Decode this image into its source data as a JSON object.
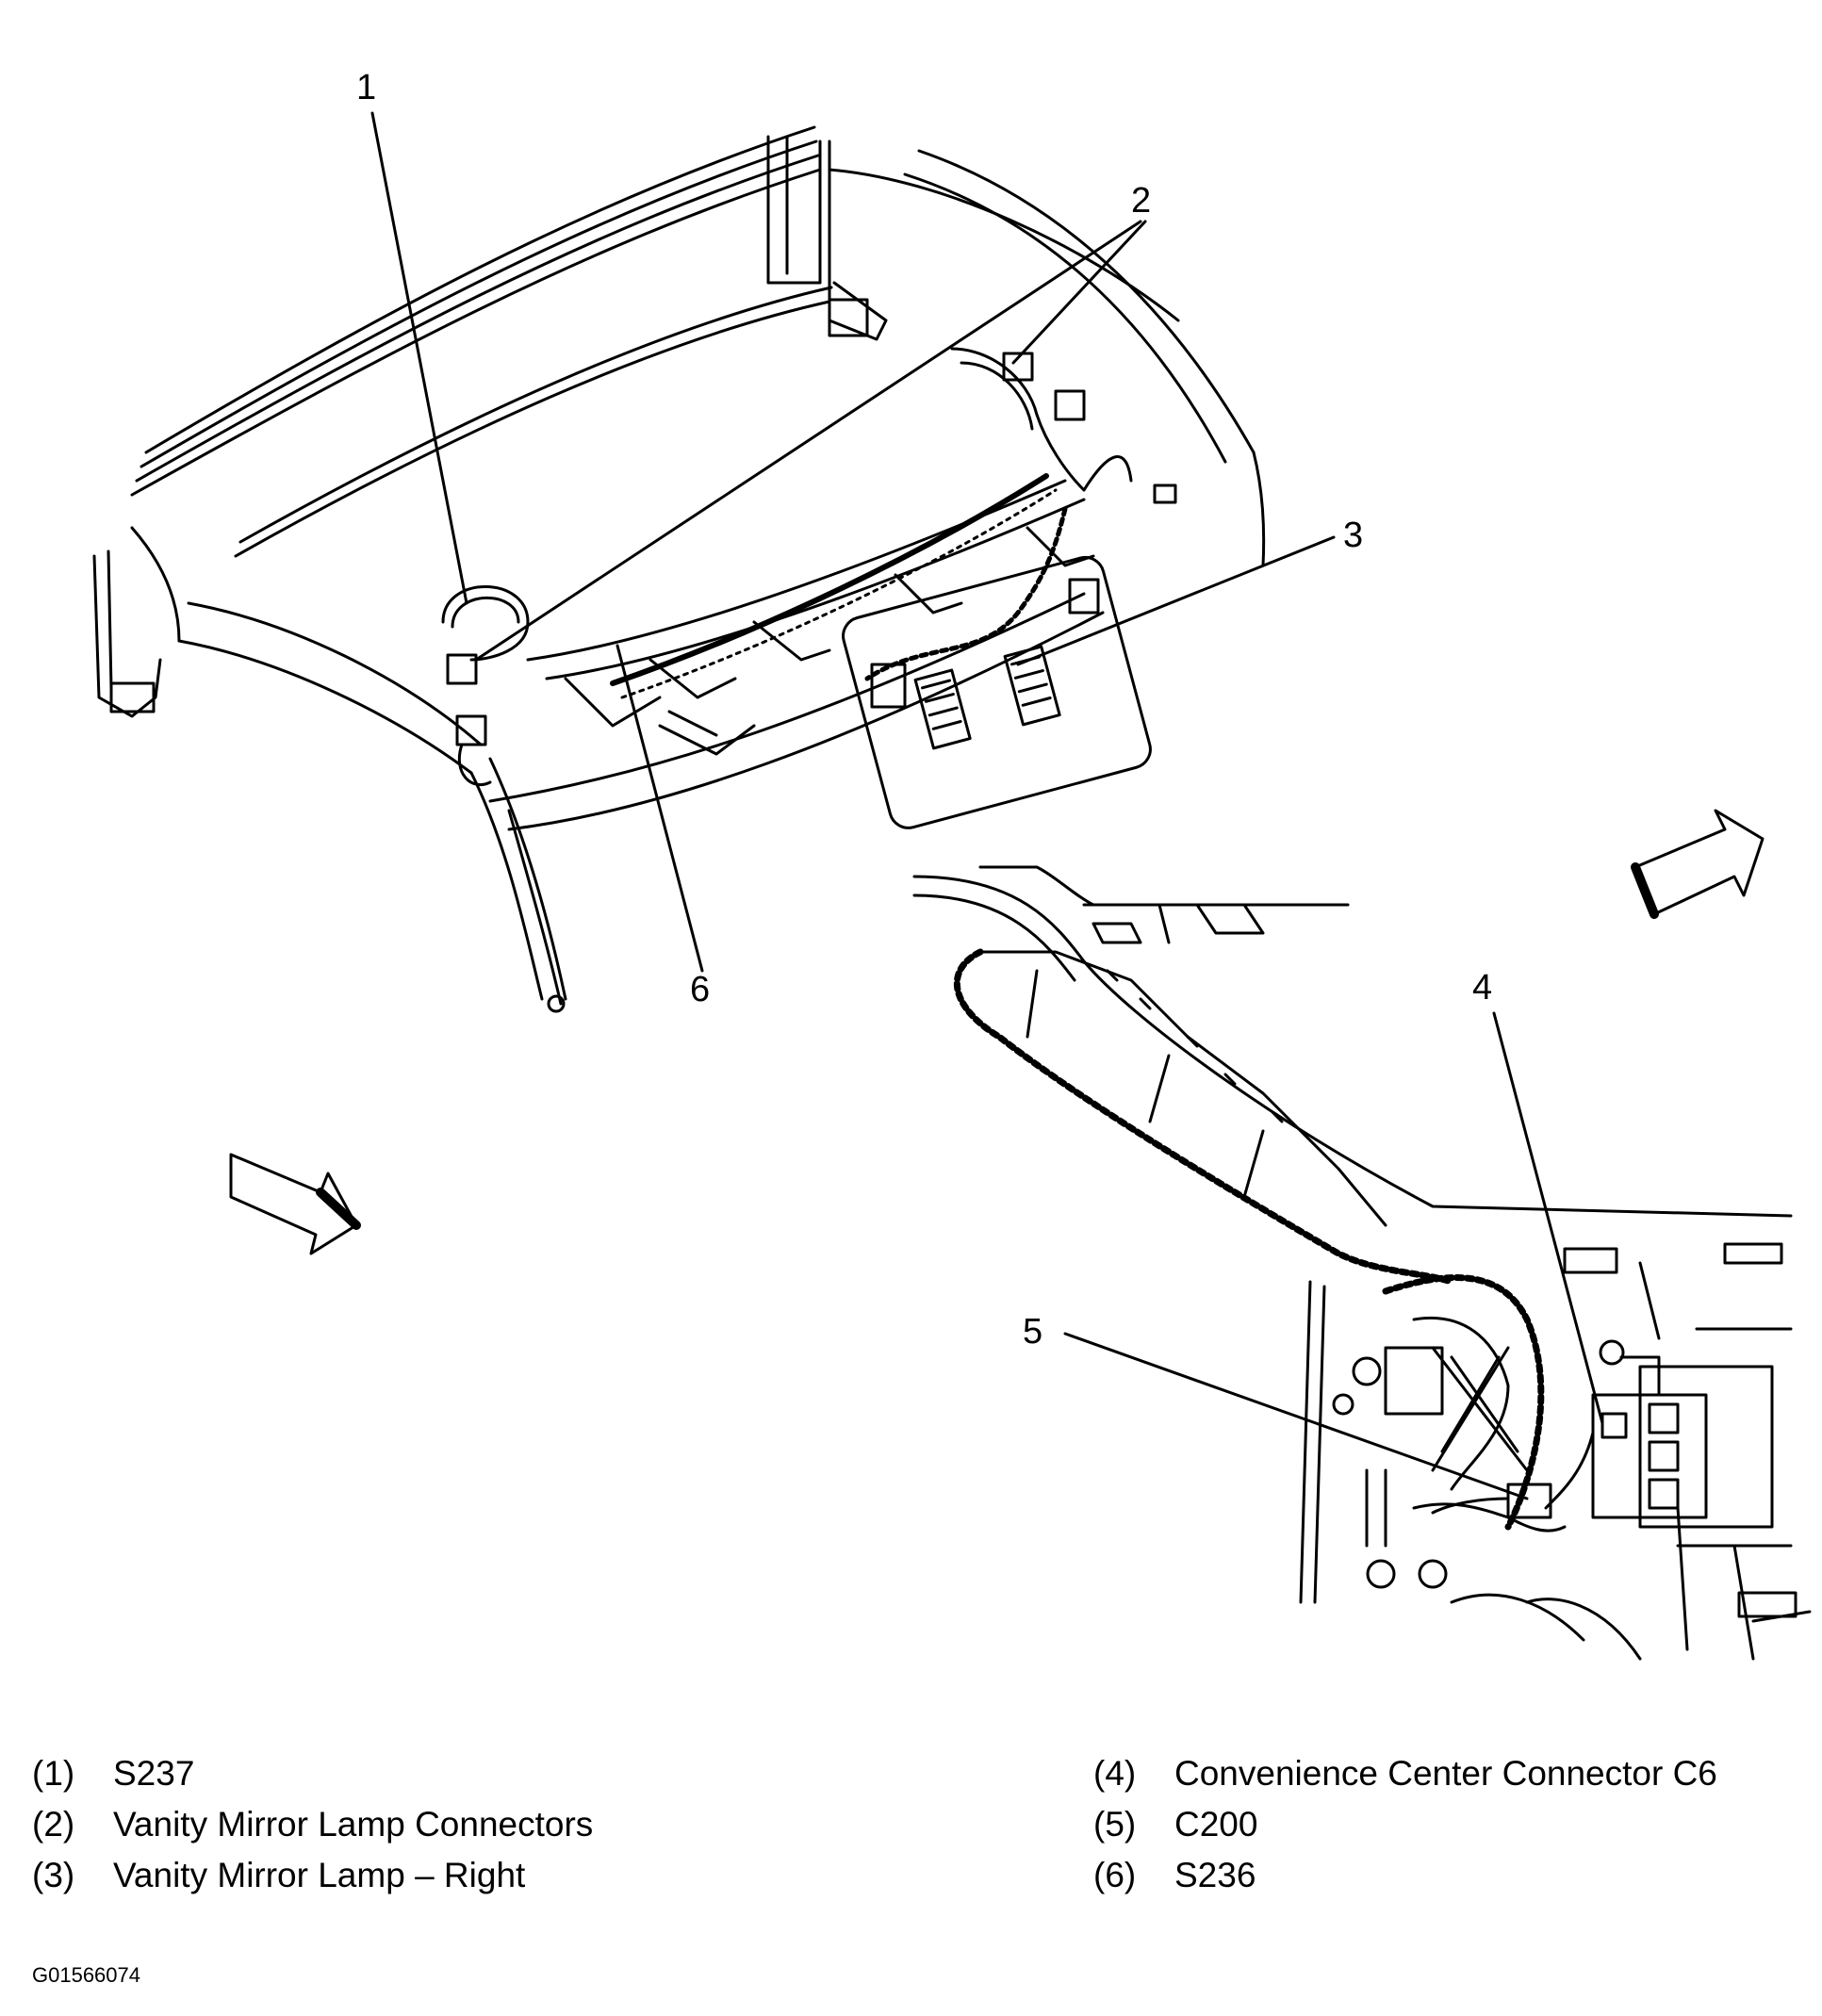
{
  "callouts": [
    "1",
    "2",
    "3",
    "4",
    "5",
    "6"
  ],
  "legend": [
    {
      "num": "(1)",
      "text": "S237"
    },
    {
      "num": "(2)",
      "text": "Vanity Mirror Lamp Connectors"
    },
    {
      "num": "(3)",
      "text": "Vanity Mirror Lamp – Right"
    },
    {
      "num": "(4)",
      "text": "Convenience Center Connector C6"
    },
    {
      "num": "(5)",
      "text": "C200"
    },
    {
      "num": "(6)",
      "text": "S236"
    }
  ],
  "figure_id": "G01566074"
}
